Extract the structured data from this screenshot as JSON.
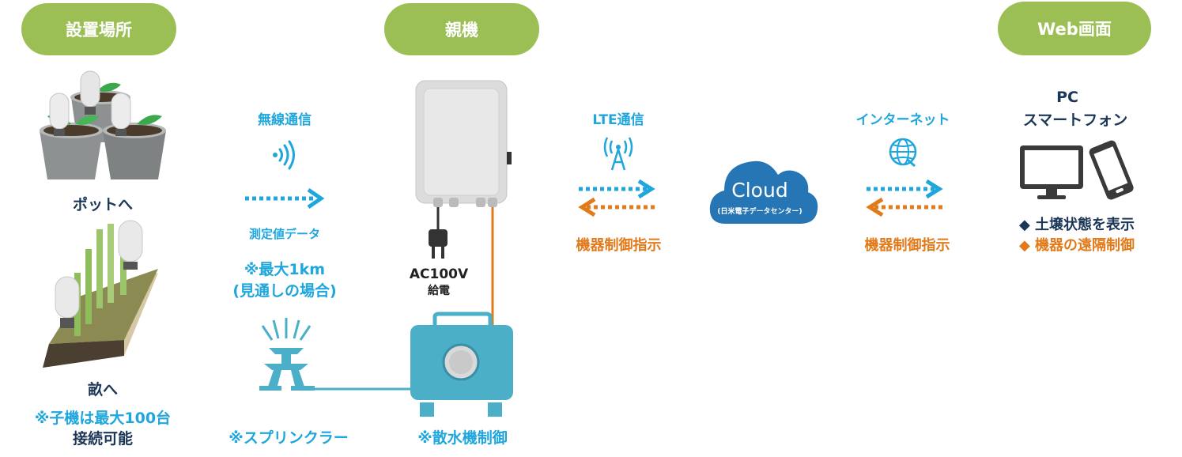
{
  "headers": {
    "location": "設置場所",
    "parent": "親機",
    "web": "Web画面"
  },
  "location": {
    "pot_label": "ポットへ",
    "field_label": "畝へ",
    "note_line1": "※子機は最大100台",
    "note_line2": "接続可能"
  },
  "wireless": {
    "title": "無線通信",
    "data_label": "測定値データ",
    "range_line1": "※最大1km",
    "range_line2": "(見通しの場合)"
  },
  "parent": {
    "power_line1": "AC100V",
    "power_line2": "給電",
    "pump_label": "※散水機制御"
  },
  "sprinkler": {
    "label": "※スプリンクラー"
  },
  "lte": {
    "title": "LTE通信",
    "control": "機器制御指示"
  },
  "cloud": {
    "title": "Cloud",
    "subtitle": "(日米電子データセンター)"
  },
  "internet": {
    "title": "インターネット",
    "control": "機器制御指示"
  },
  "web": {
    "device_line1": "PC",
    "device_line2": "スマートフォン",
    "feature1": "◆ 土壌状態を表示",
    "feature2": "◆ 機器の遠隔制御"
  },
  "colors": {
    "header_green": "#9cbf55",
    "blue": "#1fa6dc",
    "orange": "#e27a1a",
    "navy": "#1c3657",
    "cloud": "#2676b5",
    "pump": "#4bafc8"
  },
  "icons": [
    "wifi-signal-icon",
    "antenna-tower-icon",
    "globe-icon",
    "power-plug-icon",
    "cloud-icon",
    "pc-monitor-icon",
    "smartphone-icon",
    "sprinkler-icon",
    "pump-icon"
  ]
}
